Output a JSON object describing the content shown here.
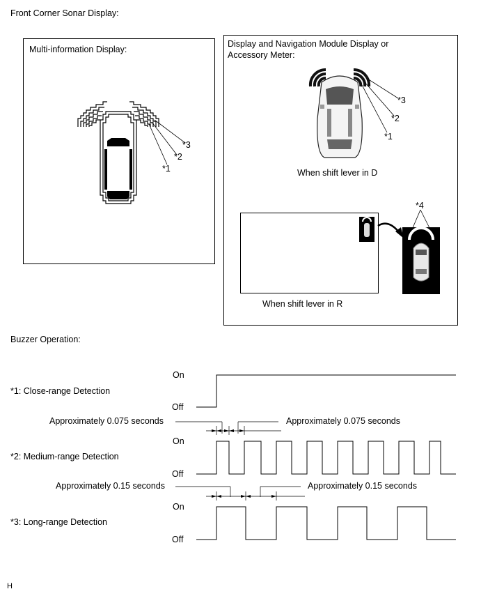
{
  "sonar_section": {
    "title": "Front Corner Sonar Display:",
    "mid_panel": {
      "title": "Multi-information Display:"
    },
    "nav_panel": {
      "title_line1": "Display and Navigation Module Display or",
      "title_line2": "Accessory Meter:",
      "caption_d": "When shift lever in D",
      "caption_r": "When shift lever in R"
    },
    "callouts": {
      "c1": "*1",
      "c2": "*2",
      "c3": "*3",
      "c4": "*4"
    }
  },
  "buzzer_section": {
    "title": "Buzzer Operation:",
    "state_on": "On",
    "state_off": "Off",
    "rows": [
      {
        "label": "*1: Close-range Detection"
      },
      {
        "label": "*2: Medium-range Detection"
      },
      {
        "label": "*3: Long-range Detection"
      }
    ],
    "timing_medium": {
      "left": "Approximately 0.075 seconds",
      "right": "Approximately 0.075 seconds"
    },
    "timing_long": {
      "left": "Approximately 0.15 seconds",
      "right": "Approximately 0.15 seconds"
    }
  },
  "footer": {
    "code": "H"
  }
}
